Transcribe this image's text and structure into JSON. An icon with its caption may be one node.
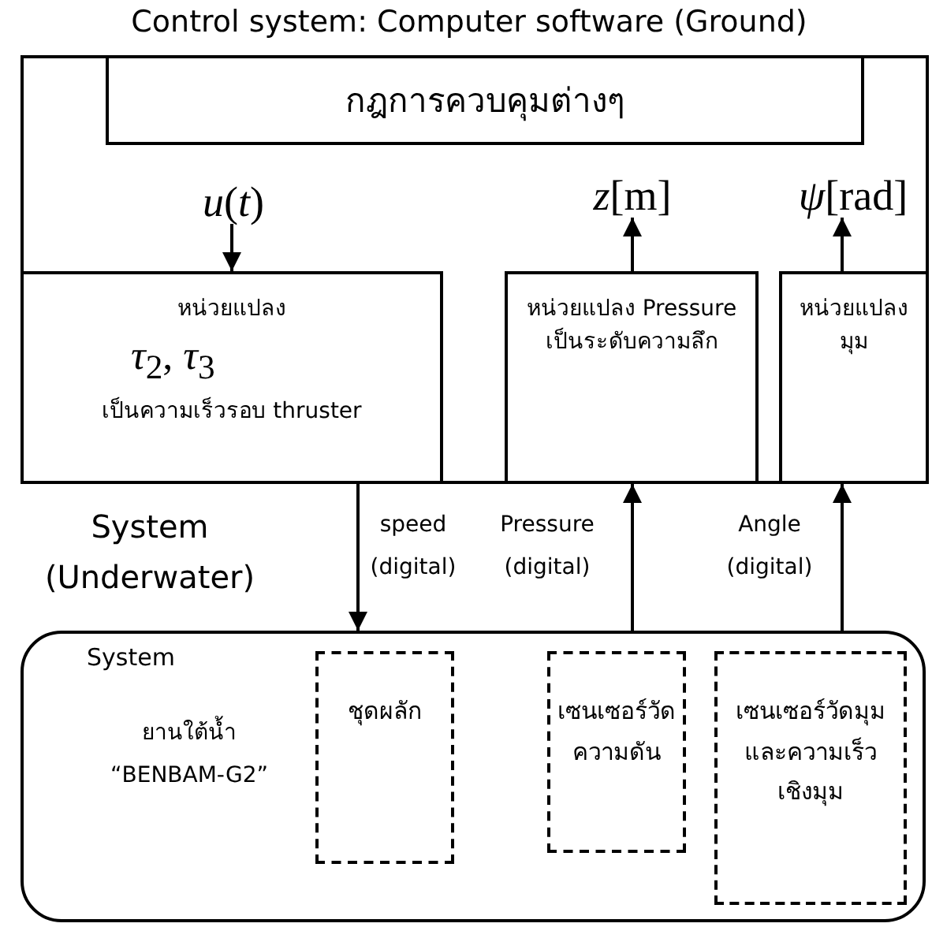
{
  "diagram": {
    "nodes": [
      {
        "text": [
          "Control system: Computer software (Ground)"
        ]
      },
      {
        "text": [
          "กฎการควบคุมต่างๆ"
        ],
        "in": 0
      },
      {
        "text": [
          "*u*(*t*)"
        ],
        "in": 0
      },
      {
        "text": [
          "*z*[m]"
        ],
        "in": 0
      },
      {
        "text": [
          "*ψ*[rad]"
        ],
        "in": 0
      },
      {
        "text": [
          "หน่วยแปลง",
          "*τ*$_{2}$, *τ*$_{3}$",
          "เป็นความเร็วรอบ thruster"
        ],
        "in": 0
      },
      {
        "text": [
          "หน่วยแปลง Pressure เป็นระดับความลึก"
        ],
        "in": 0
      },
      {
        "text": [
          "หน่วยแปลงมุม"
        ],
        "in": 0
      },
      {
        "text": [
          "System (Underwater)",
          "System",
          "ยานใต้น้ำ “BENBAM-G2”"
        ]
      },
      {
        "text": [
          "ชุดผลัก"
        ],
        "in": 8
      },
      {
        "text": [
          "เซนเซอร์วัดความดัน"
        ],
        "in": 8
      },
      {
        "text": [
          "เซนเซอร์วัดมุมและความเร็วเชิงมุม"
        ],
        "in": 8
      }
    ],
    "edges": [
      {
        "from": 2,
        "to": 5,
        "arrow": "to"
      },
      {
        "from": 6,
        "to": 3,
        "arrow": "to"
      },
      {
        "from": 7,
        "to": 4,
        "arrow": "to"
      },
      {
        "from": 5,
        "to": 8,
        "arrow": "to",
        "label": "speed (digital)"
      },
      {
        "from": 8,
        "to": 6,
        "arrow": "to",
        "label": "Pressure (digital)"
      },
      {
        "from": 8,
        "to": 7,
        "arrow": "to",
        "label": "Angle (digital)"
      }
    ]
  }
}
